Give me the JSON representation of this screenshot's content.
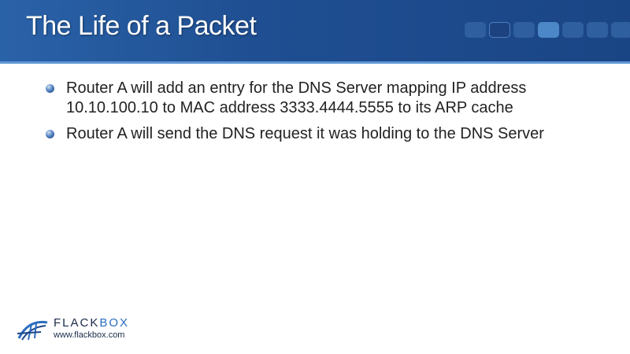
{
  "title": "The Life of a Packet",
  "bullets": [
    "Router A will add an entry for the DNS Server mapping IP address 10.10.100.10 to MAC address 3333.4444.5555 to its ARP cache",
    "Router A will send the DNS request it was holding to the DNS Server"
  ],
  "logo": {
    "name_part1": "FLACK",
    "name_part2": "BOX",
    "url": "www.flackbox.com"
  },
  "colors": {
    "header": "#1f4f92",
    "accent": "#5f97d6"
  }
}
